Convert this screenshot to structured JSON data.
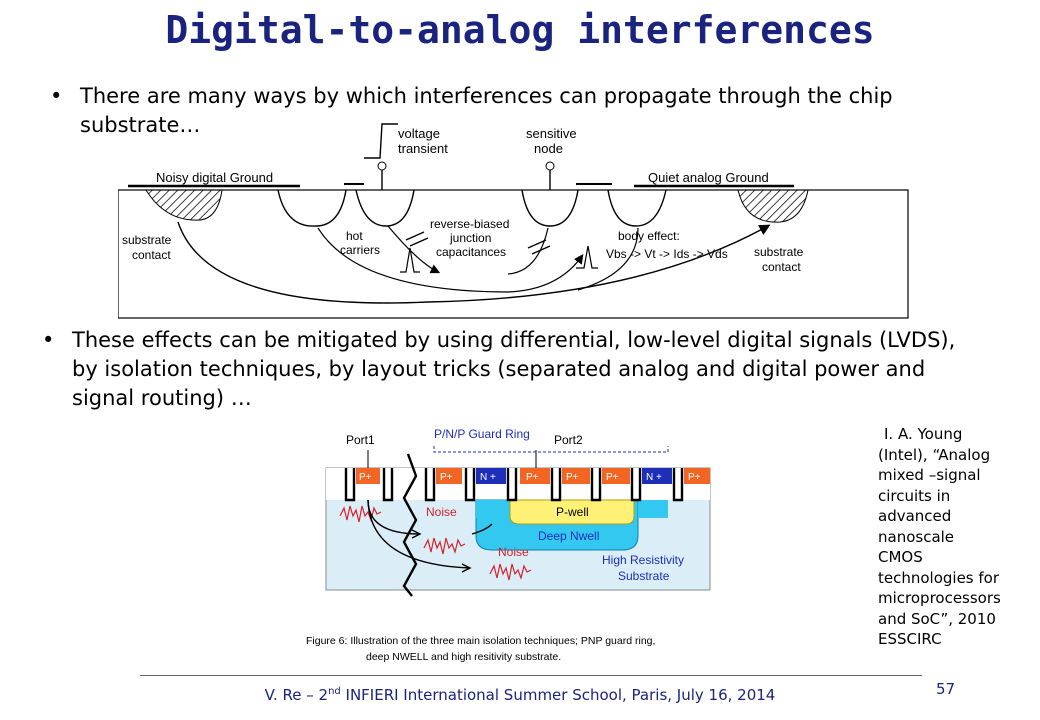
{
  "slide": {
    "title": "Digital-to-analog interferences",
    "bullet1": "There are many ways by which interferences can propagate through the chip substrate…",
    "bullet2": "These effects can be mitigated by using differential, low-level digital signals (LVDS), by isolation techniques, by layout tricks (separated analog and digital power and signal routing) …",
    "bullet_char": "•",
    "citation_lines": [
      "I. A. Young",
      "(Intel), “Analog",
      "mixed –signal",
      "circuits in",
      "advanced",
      "nanoscale",
      "CMOS",
      "technologies for",
      "microprocessors",
      "and SoC”, 2010",
      "ESSCIRC"
    ]
  },
  "figure1": {
    "noisy_ground": "Noisy digital Ground",
    "quiet_ground": "Quiet analog Ground",
    "voltage": "voltage",
    "transient": "transient",
    "sensitive": "sensitive",
    "node": "node",
    "substrate_l1": "substrate",
    "substrate_l2": "contact",
    "substrate_r1": "substrate",
    "substrate_r2": "contact",
    "hot": "hot",
    "carriers": "carriers",
    "rb1": "reverse-biased",
    "rb2": "junction",
    "rb3": "capacitances",
    "body1": "body effect:",
    "body2": "Vbs -> Vt -> Ids -> Vds"
  },
  "figure2": {
    "port1": "Port1",
    "port2": "Port2",
    "guard_ring": "P/N/P Guard Ring",
    "pplus": "P+",
    "nplus": "N +",
    "pwell": "P-well",
    "deep_nwell": "Deep Nwell",
    "noise1": "Noise",
    "noise2": "Noise",
    "high_res1": "High Resistivity",
    "high_res2": "Substrate",
    "caption_line1": "Figure 6:  Illustration of the three main isolation techniques; PNP guard ring,",
    "caption_line2": "deep NWELL and high resitivity substrate."
  },
  "footer": {
    "author": "V. Re – 2",
    "ord": "nd",
    "rest": " INFIERI International Summer School, Paris, July 16, 2014",
    "page": "57"
  },
  "colors": {
    "title": "#1a237e",
    "pplus": "#f26522",
    "nplus": "#1d2fb8",
    "nwell": "#33c8f0",
    "pwell": "#fff176",
    "substrate": "#dbeef7",
    "noise": "#d8202a"
  }
}
